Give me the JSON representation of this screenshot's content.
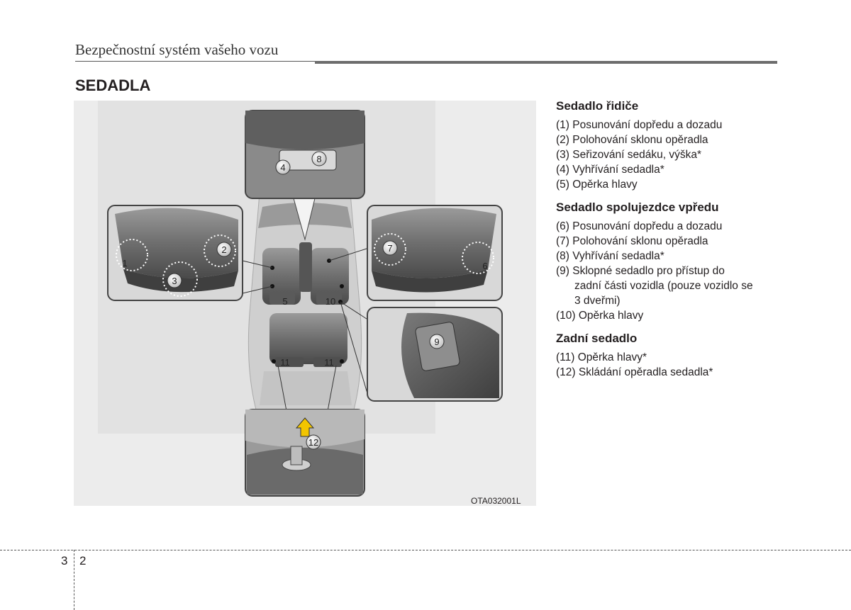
{
  "header": {
    "title": "Bezpečnostní systém vašeho vozu"
  },
  "section": {
    "title": "SEDADLA"
  },
  "figure": {
    "code": "OTA032001L",
    "labels": [
      "1",
      "2",
      "3",
      "4",
      "5",
      "6",
      "7",
      "8",
      "9",
      "10",
      "11",
      "11",
      "12"
    ]
  },
  "groups": [
    {
      "heading": "Sedadlo řidiče",
      "items": [
        {
          "text": "(1) Posunování dopředu a dozadu"
        },
        {
          "text": "(2) Polohování sklonu opěradla"
        },
        {
          "text": "(3) Seřizování sedáku, výška*"
        },
        {
          "text": "(4) Vyhřívání sedadla*"
        },
        {
          "text": "(5) Opěrka hlavy"
        }
      ]
    },
    {
      "heading": "Sedadlo spolujezdce vpředu",
      "items": [
        {
          "text": "(6) Posunování dopředu a dozadu"
        },
        {
          "text": "(7) Polohování sklonu opěradla"
        },
        {
          "text": "(8) Vyhřívání sedadla*"
        },
        {
          "text": "(9) Sklopné sedadlo pro přístup do",
          "cont1": "zadní části vozidla (pouze vozidlo se",
          "cont2": "3 dveřmi)"
        },
        {
          "text": "(10) Opěrka hlavy"
        }
      ]
    },
    {
      "heading": "Zadní sedadlo",
      "items": [
        {
          "text": "(11) Opěrka hlavy*"
        },
        {
          "text": "(12) Skládání opěradla sedadla*"
        }
      ]
    }
  ],
  "footer": {
    "chapter": "3",
    "page": "2"
  }
}
